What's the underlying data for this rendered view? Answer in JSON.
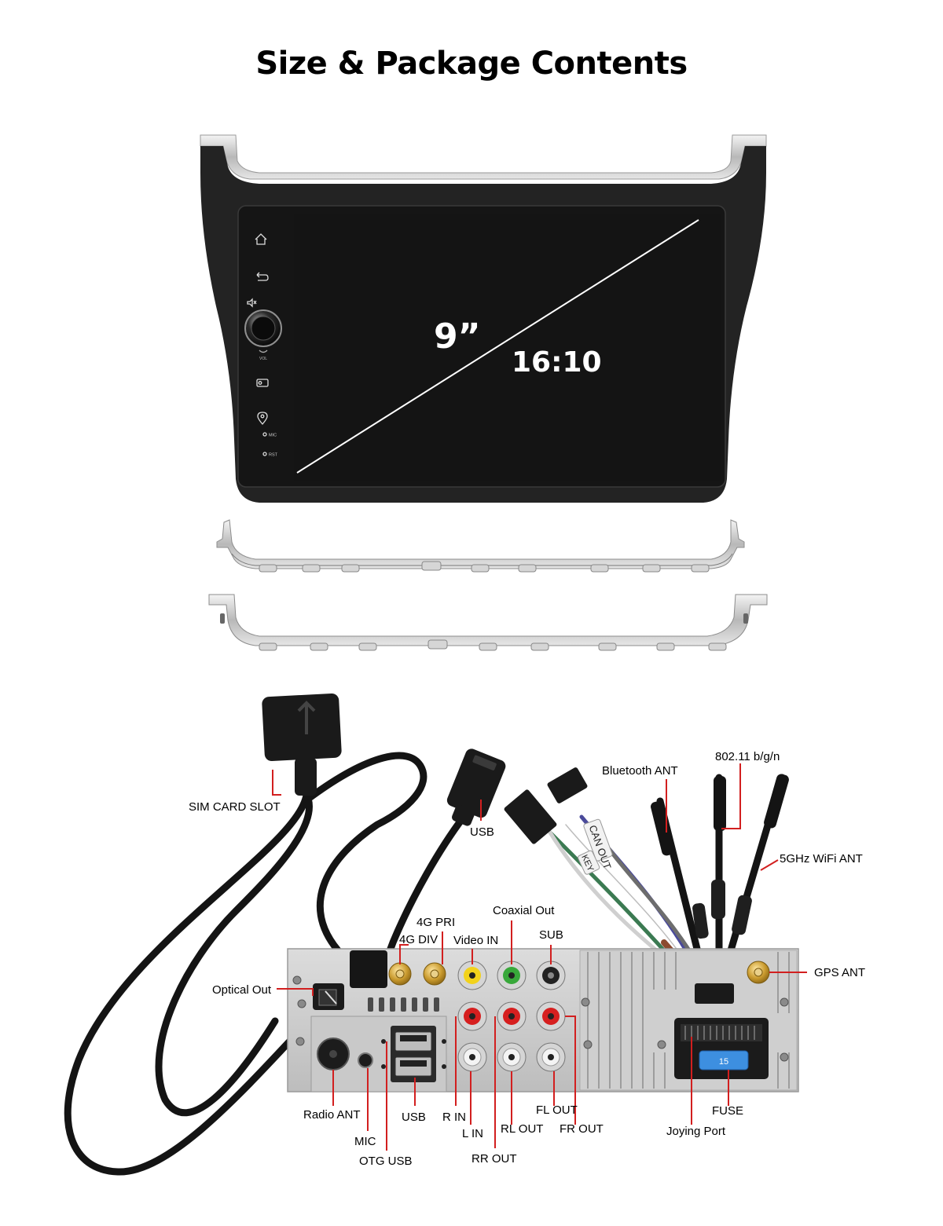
{
  "title": "Size & Package Contents",
  "screen": {
    "size_label": "9”",
    "ratio_label": "16:10",
    "side_buttons": [
      {
        "icon": "home-icon"
      },
      {
        "icon": "back-icon"
      },
      {
        "icon": "mute-icon"
      },
      {
        "icon": "volume-knob-icon",
        "label": "VOL"
      },
      {
        "icon": "radio-icon"
      },
      {
        "icon": "navigation-icon"
      },
      {
        "icon": "mic-hole-icon",
        "label": "MIC"
      },
      {
        "icon": "reset-hole-icon",
        "label": "RST"
      }
    ]
  },
  "cable_labels": {
    "sim_card_slot": "SIM CARD SLOT",
    "usb_top": "USB",
    "bluetooth_ant": "Bluetooth ANT",
    "wifi_24": "802.11 b/g/n",
    "wifi_5": "5GHz WiFi ANT",
    "can_tag": "CAN OUT",
    "key_tag": "KEY"
  },
  "port_labels": {
    "g4_pri": "4G PRI",
    "g4_div": "4G DIV",
    "video_in": "Video IN",
    "coaxial_out": "Coaxial Out",
    "sub": "SUB",
    "gps_ant": "GPS ANT",
    "optical_out": "Optical Out",
    "radio_ant": "Radio ANT",
    "mic": "MIC",
    "otg_usb": "OTG USB",
    "usb_bottom": "USB",
    "r_in": "R IN",
    "l_in": "L IN",
    "rr_out": "RR OUT",
    "rl_out": "RL OUT",
    "fl_out": "FL OUT",
    "fr_out": "FR OUT",
    "joying_port": "Joying Port",
    "fuse": "FUSE",
    "fuse_value": "15"
  },
  "colors": {
    "leader_line": "#d21f1f",
    "video_in_jack": "#f2d21b",
    "coaxial_jack": "#38a83a",
    "right_channel_jack": "#d61f1f",
    "fuse": "#3d8fe0"
  }
}
